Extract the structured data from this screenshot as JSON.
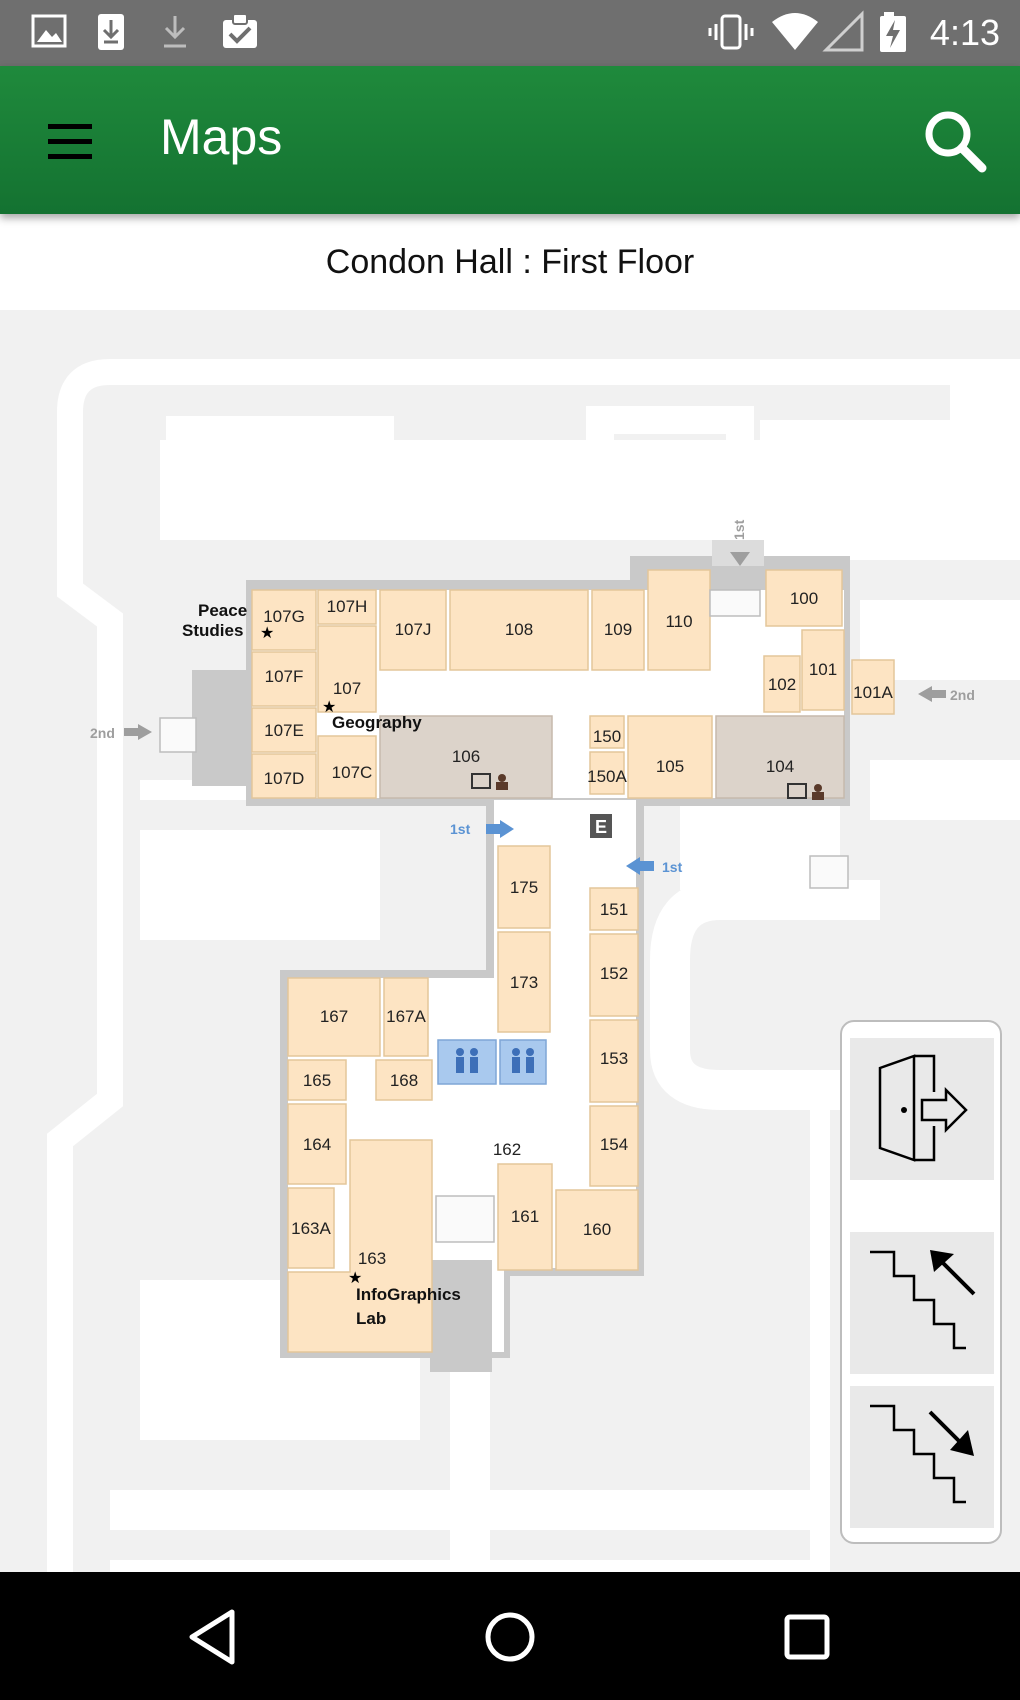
{
  "status_bar": {
    "time": "4:13",
    "left_icons": [
      "image-icon",
      "download-icon",
      "download-done-icon",
      "clipboard-check-icon"
    ],
    "right_icons": [
      "vibrate-icon",
      "wifi-icon",
      "signal-icon",
      "battery-charging-icon"
    ]
  },
  "app_bar": {
    "title": "Maps",
    "color": "#1a843a"
  },
  "subheader": {
    "building_floor": "Condon Hall : First Floor"
  },
  "map": {
    "rooms": {
      "r100": "100",
      "r101": "101",
      "r101a": "101A",
      "r102": "102",
      "r104": "104",
      "r105": "105",
      "r106": "106",
      "r107": "107",
      "r107c": "107C",
      "r107d": "107D",
      "r107e": "107E",
      "r107f": "107F",
      "r107g": "107G",
      "r107h": "107H",
      "r107j": "107J",
      "r108": "108",
      "r109": "109",
      "r110": "110",
      "r150": "150",
      "r150a": "150A",
      "r151": "151",
      "r152": "152",
      "r153": "153",
      "r154": "154",
      "r160": "160",
      "r161": "161",
      "r162": "162",
      "r163": "163",
      "r163a": "163A",
      "r164": "164",
      "r165": "165",
      "r167": "167",
      "r167a": "167A",
      "r168": "168",
      "r173": "173",
      "r175": "175"
    },
    "departments": {
      "peace_1": "Peace",
      "peace_2": "Studies",
      "geography": "Geography",
      "infographics_1": "InfoGraphics",
      "infographics_2": "Lab"
    },
    "floor_markers": {
      "top": "1st",
      "right": "2nd",
      "left": "2nd",
      "entrance_a": "1st",
      "entrance_b": "1st"
    },
    "elevator_label": "E",
    "entrance_arrow_color": "#5b93d3",
    "stair_arrow_color": "#9e9e9e"
  },
  "actions": {
    "exit": "exit-door-icon",
    "stairs_up": "stairs-up-icon",
    "stairs_down": "stairs-down-icon"
  }
}
